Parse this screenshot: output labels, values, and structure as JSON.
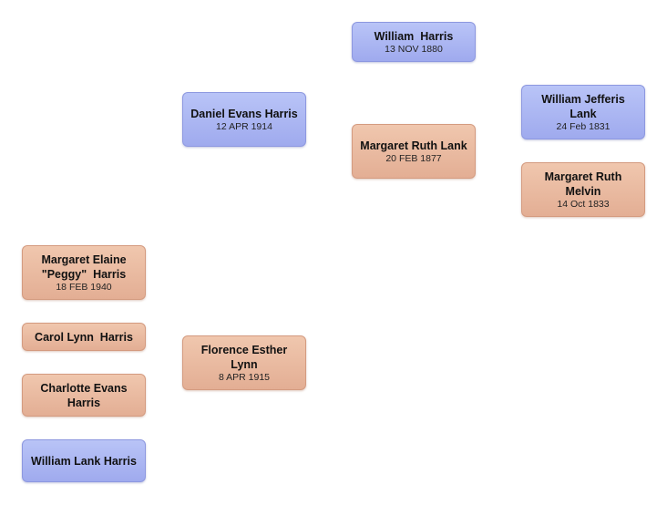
{
  "people": {
    "william_harris": {
      "name": "William  Harris",
      "date": "13 NOV 1880",
      "sex": "male"
    },
    "margaret_ruth_lank": {
      "name": "Margaret Ruth Lank",
      "date": "20 FEB 1877",
      "sex": "female"
    },
    "william_jefferis_lank": {
      "name": "William Jefferis Lank",
      "date": "24 Feb 1831",
      "sex": "male"
    },
    "margaret_ruth_melvin": {
      "name": "Margaret Ruth Melvin",
      "date": "14 Oct 1833",
      "sex": "female"
    },
    "daniel_evans_harris": {
      "name": "Daniel Evans Harris",
      "date": "12 APR 1914",
      "sex": "male"
    },
    "florence_esther_lynn": {
      "name": "Florence Esther Lynn",
      "date": "8 APR 1915",
      "sex": "female"
    },
    "margaret_elaine_harris": {
      "name": "Margaret Elaine \"Peggy\"  Harris",
      "date": "18 FEB 1940",
      "sex": "female"
    },
    "carol_lynn_harris": {
      "name": "Carol Lynn  Harris",
      "sex": "female"
    },
    "charlotte_evans_harris": {
      "name": "Charlotte Evans Harris",
      "sex": "female"
    },
    "william_lank_harris": {
      "name": "William Lank Harris",
      "sex": "male"
    }
  },
  "colors": {
    "male": "#a5b0f1",
    "female": "#e8b69c"
  }
}
